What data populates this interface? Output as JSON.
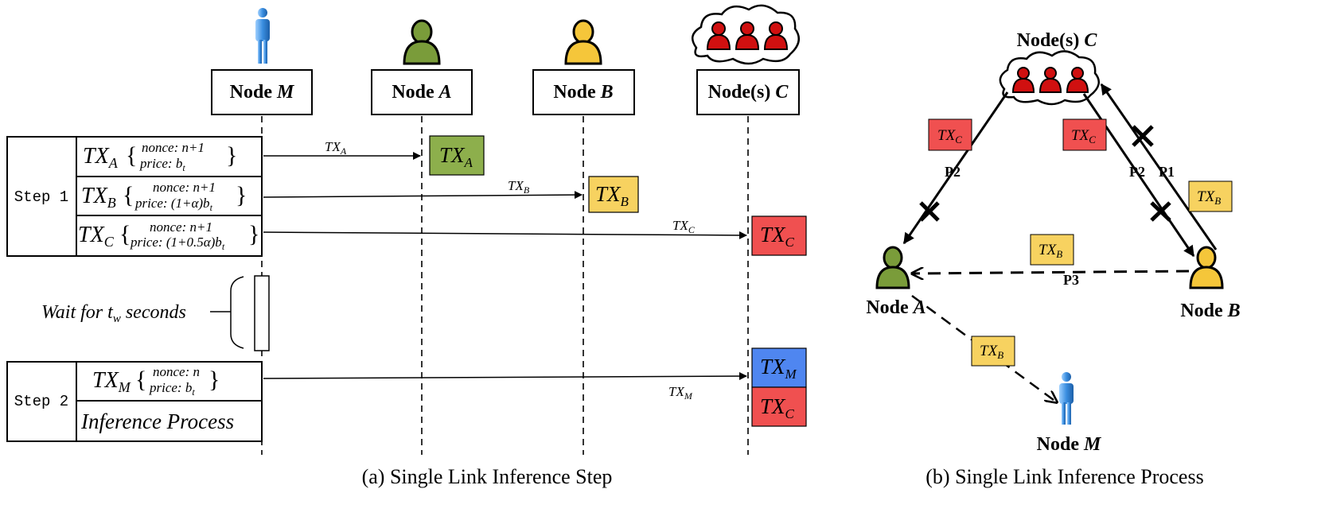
{
  "colors": {
    "green": "#8daf4c",
    "yellow": "#f7d260",
    "red": "#f05050",
    "blue": "#4f86f0",
    "user_red": "#d01010",
    "user_blue": "#3a8ee0",
    "person_green": "#7a9c3a",
    "person_yellow": "#f5c63a"
  },
  "panel_a": {
    "caption": "(a) Single Link Inference Step",
    "nodes": {
      "m": {
        "prefix": "Node ",
        "name": "M"
      },
      "a": {
        "prefix": "Node ",
        "name": "A"
      },
      "b": {
        "prefix": "Node ",
        "name": "B"
      },
      "c": {
        "prefix": "Node(s) ",
        "name": "C"
      }
    },
    "step1": "Step 1",
    "step2": "Step 2",
    "tx_rows": [
      {
        "tx": "TX",
        "sub": "A",
        "nonce": "nonce: n+1",
        "price": "price: b",
        "price_sub": "t"
      },
      {
        "tx": "TX",
        "sub": "B",
        "nonce": "nonce: n+1",
        "price": "price: (1+α)b",
        "price_sub": "t"
      },
      {
        "tx": "TX",
        "sub": "C",
        "nonce": "nonce: n+1",
        "price": "price: (1+0.5α)b",
        "price_sub": "t"
      },
      {
        "tx": "TX",
        "sub": "M",
        "nonce": "nonce: n",
        "price": "price: b",
        "price_sub": "t"
      }
    ],
    "inference": "Inference Process",
    "wait": {
      "text": "Wait  for t",
      "sub": "w",
      "tail": "  seconds"
    },
    "arrow_labels": [
      {
        "tx": "TX",
        "sub": "A"
      },
      {
        "tx": "TX",
        "sub": "B"
      },
      {
        "tx": "TX",
        "sub": "C"
      },
      {
        "tx": "TX",
        "sub": "M"
      }
    ],
    "boxes": [
      {
        "tx": "TX",
        "sub": "A"
      },
      {
        "tx": "TX",
        "sub": "B"
      },
      {
        "tx": "TX",
        "sub": "C"
      },
      {
        "tx": "TX",
        "sub": "M"
      },
      {
        "tx": "TX",
        "sub": "C"
      }
    ]
  },
  "panel_b": {
    "caption": "(b) Single Link Inference Process",
    "node_c": {
      "prefix": "Node(s) ",
      "name": "C"
    },
    "node_a": {
      "prefix": "Node ",
      "name": "A"
    },
    "node_b": {
      "prefix": "Node ",
      "name": "B"
    },
    "node_m": {
      "prefix": "Node ",
      "name": "M"
    },
    "paths": {
      "p1": "P1",
      "p2_left": "P2",
      "p2_right": "P2",
      "p3": "P3"
    },
    "tags": [
      {
        "tx": "TX",
        "sub": "C"
      },
      {
        "tx": "TX",
        "sub": "C"
      },
      {
        "tx": "TX",
        "sub": "B"
      },
      {
        "tx": "TX",
        "sub": "B"
      },
      {
        "tx": "TX",
        "sub": "B"
      }
    ]
  }
}
